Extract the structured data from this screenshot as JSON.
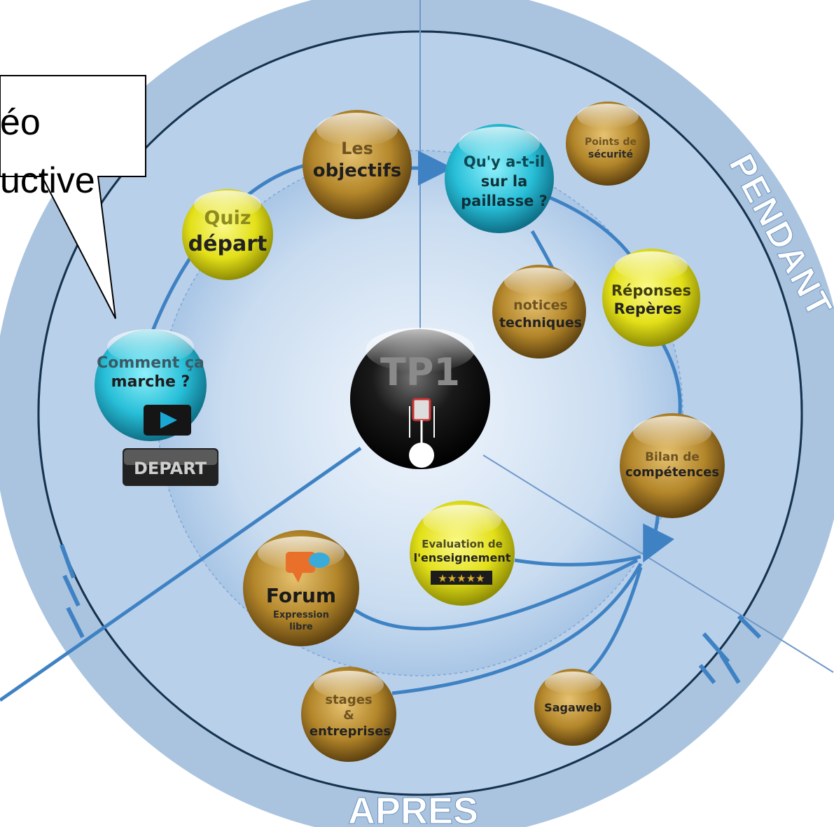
{
  "colors": {
    "outer_ring": "#aac4df",
    "inner_ring_dark": "#15324f",
    "arrow": "#3f82c4",
    "teal": "#2fc6dc",
    "yellow": "#e7e41e",
    "gold": "#b88a2a",
    "label_dark": "#222222",
    "label_gold_text": "#4d3a12"
  },
  "callout": {
    "line1": "éo",
    "line2": "uctive"
  },
  "phases": {
    "pendant": "PENDANT",
    "apres": "APRES"
  },
  "center": {
    "title": "TP1",
    "icon": "engine-piston-icon"
  },
  "nodes": {
    "comment": {
      "line1": "Comment ça",
      "line2": "marche ?",
      "badge": "DEPART",
      "icon": "play-icon"
    },
    "quiz": {
      "line1": "Quiz",
      "line2": "départ"
    },
    "objectifs": {
      "line1": "Les",
      "line2": "objectifs"
    },
    "paillasse": {
      "line1": "Qu'y a-t-il",
      "line2": "sur la",
      "line3": "paillasse ?"
    },
    "securite": {
      "line1": "Points de",
      "line2": "sécurité"
    },
    "notices": {
      "line1": "notices",
      "line2": "techniques"
    },
    "reponses": {
      "line1": "Réponses",
      "line2": "Repères"
    },
    "bilan": {
      "line1": "Bilan de",
      "line2": "compétences"
    },
    "evaluation": {
      "line1": "Evaluation de",
      "line2": "l'enseignement",
      "stars": "★★★★★",
      "icon": "rating-stars-icon"
    },
    "forum": {
      "line1": "Forum",
      "line2": "Expression",
      "line3": "libre",
      "icon": "chat-bubbles-icon"
    },
    "stages": {
      "line1": "stages",
      "line2": "&",
      "line3": "entreprises"
    },
    "sagaweb": {
      "line1": "Sagaweb"
    }
  }
}
